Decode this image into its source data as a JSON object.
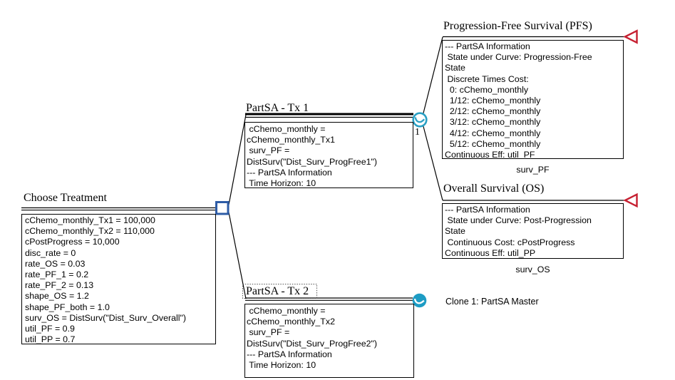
{
  "diagram": {
    "root": {
      "title": "Choose Treatment",
      "node_type": "decision",
      "lines": [
        "cChemo_monthly_Tx1 = 100,000",
        "cChemo_monthly_Tx2 = 110,000",
        "cPostProgress = 10,000",
        "disc_rate = 0",
        "rate_OS = 0.03",
        "rate_PF_1 = 0.2",
        "rate_PF_2 = 0.13",
        "shape_OS = 1.2",
        "shape_PF_both = 1.0",
        "surv_OS = DistSurv(\"Dist_Surv_Overall\")",
        "util_PF = 0.9",
        "util_PP = 0.7"
      ]
    },
    "tx1": {
      "title": "PartSA - Tx 1",
      "node_type": "partitioned-survival",
      "node_number": "1",
      "lines": [
        " cChemo_monthly =",
        "cChemo_monthly_Tx1",
        " surv_PF =",
        "DistSurv(\"Dist_Surv_ProgFree1\")",
        "--- PartSA Information",
        " Time Horizon: 10"
      ]
    },
    "tx2": {
      "title": "PartSA - Tx 2",
      "node_type": "clone",
      "clone_label": "Clone 1: PartSA Master",
      "lines": [
        " cChemo_monthly =",
        "cChemo_monthly_Tx2",
        " surv_PF =",
        "DistSurv(\"Dist_Surv_ProgFree2\")",
        "--- PartSA Information",
        " Time Horizon: 10"
      ]
    },
    "pfs": {
      "title": "Progression-Free Survival (PFS)",
      "node_type": "terminal",
      "payoff_label": "surv_PF",
      "lines": [
        "--- PartSA Information",
        " State under Curve: Progression-Free",
        "State",
        " Discrete Times Cost:",
        "  0: cChemo_monthly",
        "  1/12: cChemo_monthly",
        "  2/12: cChemo_monthly",
        "  3/12: cChemo_monthly",
        "  4/12: cChemo_monthly",
        "  5/12: cChemo_monthly",
        "Continuous Eff: util_PF"
      ]
    },
    "os": {
      "title": "Overall Survival (OS)",
      "node_type": "terminal",
      "payoff_label": "surv_OS",
      "lines": [
        "--- PartSA Information",
        " State under Curve: Post-Progression",
        "State",
        " Continuous Cost: cPostProgress",
        "Continuous Eff: util_PP"
      ]
    },
    "icons": {
      "decision_node": "blue-open-square-icon",
      "partsa_node": "teal-circle-survival-curve-icon",
      "clone_node": "filled-teal-circle-survival-curve-icon",
      "terminal_node": "red-open-triangle-icon"
    },
    "colors": {
      "decision": "#2e5ca6",
      "partsa": "#2aa0c4",
      "clone": "#1d9cc4",
      "terminal": "#c62031",
      "line": "#000000",
      "background": "#ffffff"
    }
  }
}
